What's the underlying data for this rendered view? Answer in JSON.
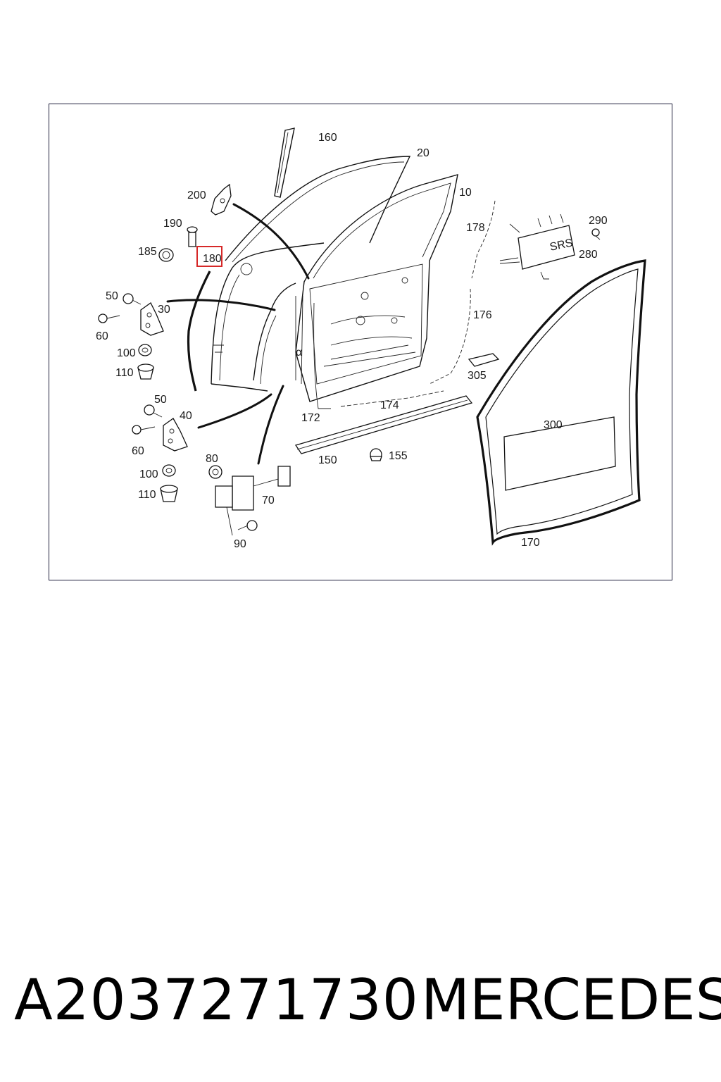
{
  "diagram": {
    "callouts": {
      "c10": "10",
      "c20": "20",
      "c30": "30",
      "c40": "40",
      "c50a": "50",
      "c50b": "50",
      "c60a": "60",
      "c60b": "60",
      "c70": "70",
      "c80": "80",
      "c90": "90",
      "c100a": "100",
      "c100b": "100",
      "c110a": "110",
      "c110b": "110",
      "c150": "150",
      "c155": "155",
      "c160": "160",
      "c170": "170",
      "c172": "172",
      "c174": "174",
      "c176": "176",
      "c178": "178",
      "c180": "180",
      "c185": "185",
      "c190": "190",
      "c200": "200",
      "c280": "280",
      "c290": "290",
      "c300": "300",
      "c305": "305"
    },
    "srs_label": "SRS",
    "alpha_label": "α",
    "highlight_color": "#d62828",
    "line_color": "#111111"
  },
  "footer": {
    "part_number": "A2037271730",
    "brand": "MERCEDES"
  }
}
